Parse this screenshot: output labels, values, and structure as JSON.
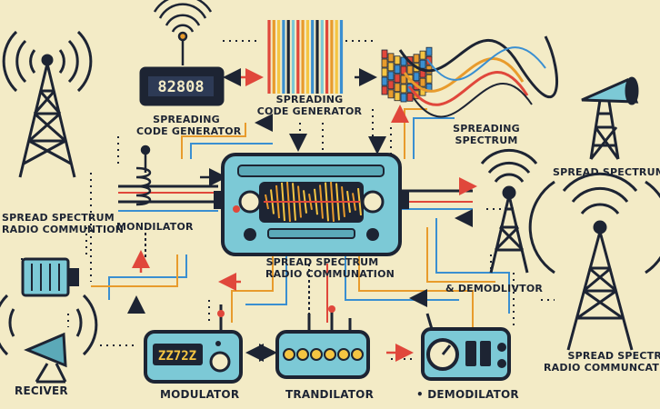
{
  "colors": {
    "background": "#f3ebc6",
    "outline": "#1d2433",
    "device_blue": "#7cc9d6",
    "display_yellow": "#f5c542",
    "arrow_red": "#e0473b",
    "wire_blue": "#3a8fd1",
    "wire_orange": "#e89b2c"
  },
  "icons": [
    "radio-tower-icon",
    "spreading-code-device-icon",
    "code-stripes-icon",
    "spectrum-wave-icon",
    "satellite-dish-icon",
    "central-transceiver-icon",
    "modulator-device-icon",
    "translator-device-icon",
    "demodulator-device-icon",
    "receiver-horn-icon",
    "module-box-icon"
  ],
  "labels": {
    "tl_line1": "SPREAD SPECTRUM",
    "tl_line2": "RADIO COMMUNTION",
    "spreading_code_line1": "SPREADING",
    "spreading_code_line2": "CODE GENERATOR",
    "center_code_line1": "SPREADING",
    "center_code_line2": "CODE GENERATOR",
    "spectrum_line1": "SPREADING",
    "spectrum_line2": "SPECTRUM",
    "right_spread": "SPREAD SPECTRUM",
    "mondilator": "MONDILATOR",
    "center_line1": "SPREAD SPECTRUM",
    "center_line2": "RADIO COMMUNATION",
    "demodlivtor": "& DEMODLIVTOR",
    "br_line1": "SPREAD SPECTRUM",
    "br_line2": "RADIO COMMUNCATION",
    "reciver": "RECIVER",
    "modulator": "MODULATOR",
    "trandilator": "TRANDILATOR",
    "demodilator": "• DEMODILATOR"
  },
  "displays": {
    "code_generator": "82808",
    "modulator": "ZZ72Z"
  }
}
